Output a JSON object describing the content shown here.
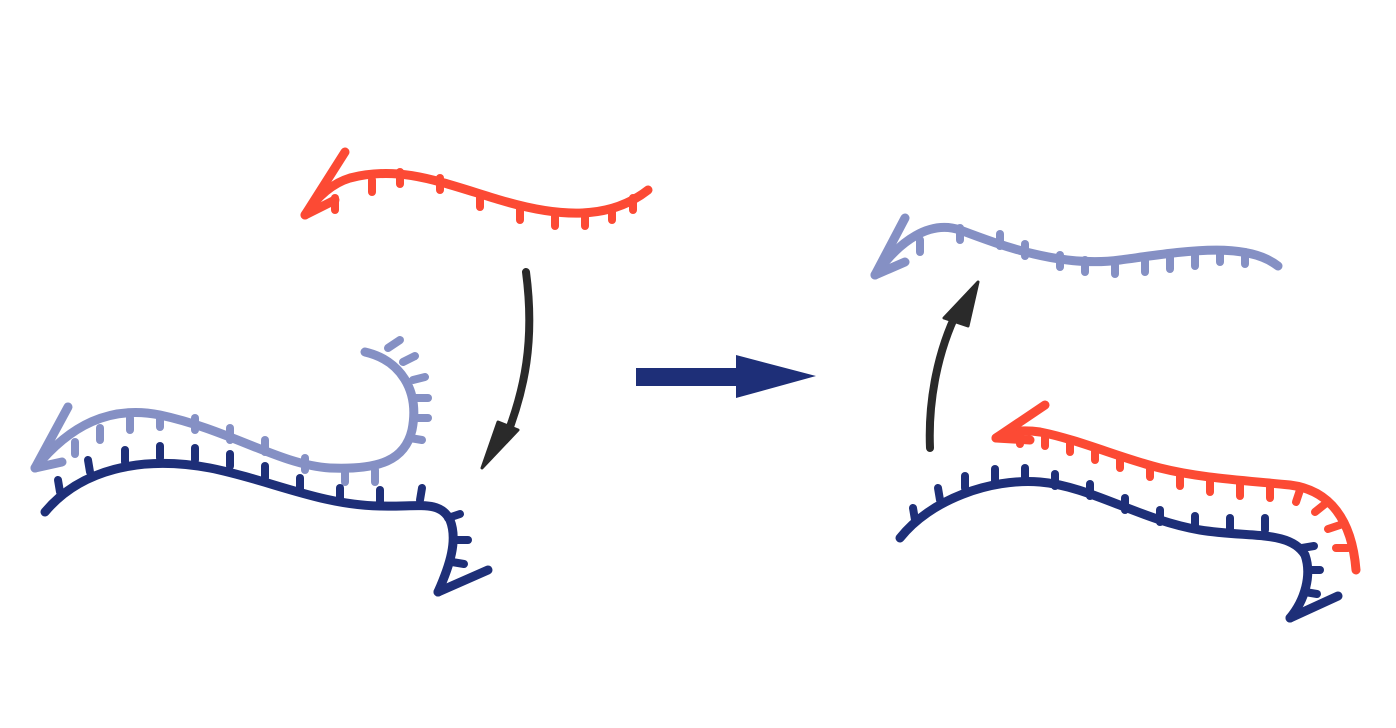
{
  "diagram": {
    "type": "strand-displacement-schematic",
    "panels": [
      "before",
      "after"
    ],
    "colors": {
      "invading_strand": "#fc4a34",
      "template_strand": "#1e2f78",
      "displaced_strand": "#8590c4",
      "small_arrow": "#2a2a2a",
      "reaction_arrow": "#1e2f78",
      "background": "#ffffff"
    },
    "strands": [
      {
        "role": "invading-strand",
        "panel": "before",
        "color_key": "invading_strand"
      },
      {
        "role": "displaced-strand",
        "panel": "before",
        "color_key": "displaced_strand"
      },
      {
        "role": "template-strand",
        "panel": "before",
        "color_key": "template_strand"
      },
      {
        "role": "displaced-strand",
        "panel": "after",
        "color_key": "displaced_strand"
      },
      {
        "role": "invading-strand",
        "panel": "after",
        "color_key": "invading_strand"
      },
      {
        "role": "template-strand",
        "panel": "after",
        "color_key": "template_strand"
      }
    ],
    "arrows": [
      {
        "role": "binding-arrow",
        "direction": "down"
      },
      {
        "role": "reaction-arrow",
        "direction": "right"
      },
      {
        "role": "release-arrow",
        "direction": "up"
      }
    ]
  }
}
